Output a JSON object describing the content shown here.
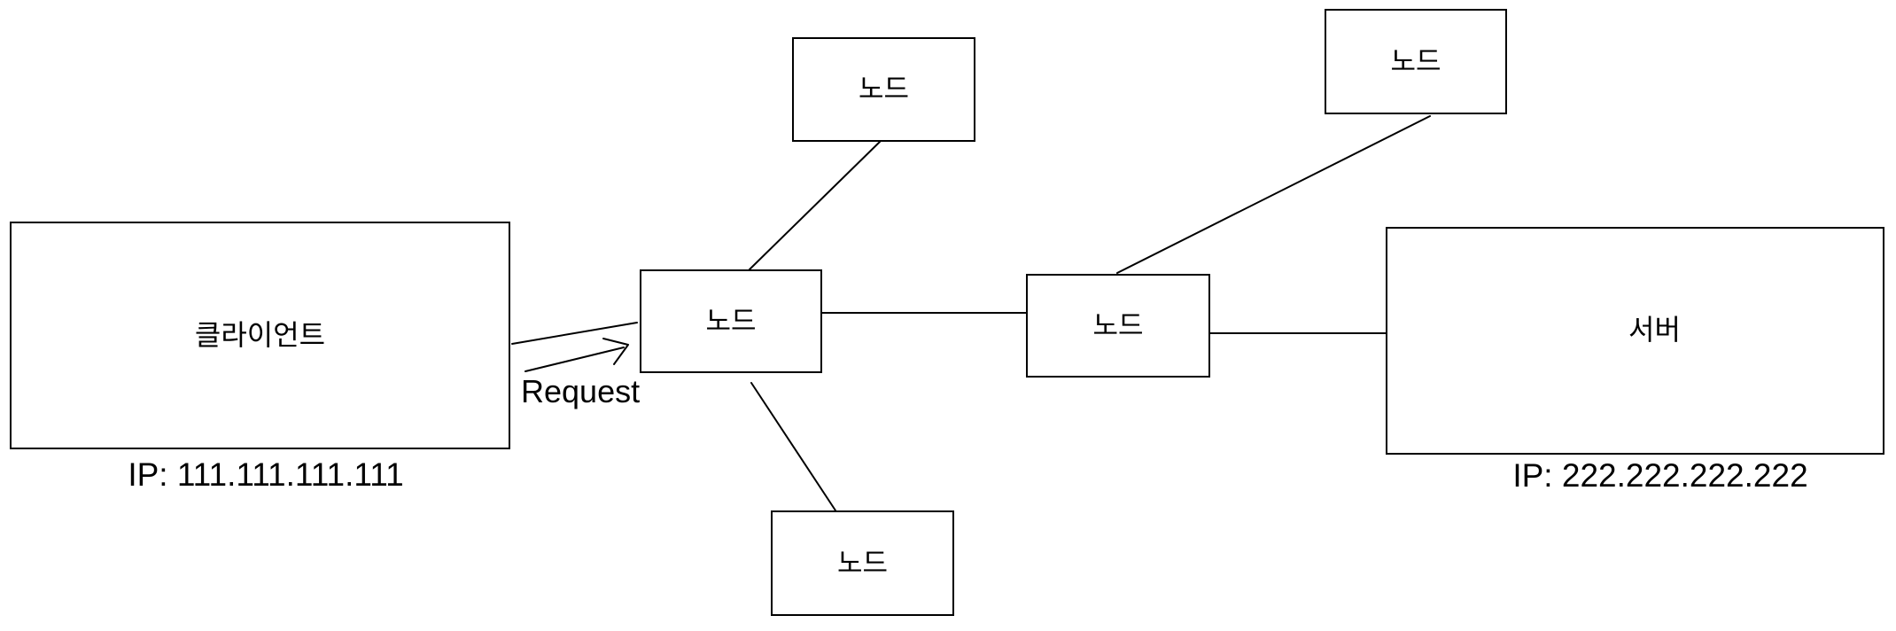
{
  "diagram": {
    "client": {
      "label": "클라이언트",
      "ip_label": "IP: 111.111.111.111"
    },
    "server": {
      "label": "서버",
      "ip_label": "IP: 222.222.222.222"
    },
    "nodes": [
      {
        "id": "node-center-left",
        "label": "노드"
      },
      {
        "id": "node-top-middle",
        "label": "노드"
      },
      {
        "id": "node-top-right",
        "label": "노드"
      },
      {
        "id": "node-center-right",
        "label": "노드"
      },
      {
        "id": "node-bottom",
        "label": "노드"
      }
    ],
    "request_label": "Request",
    "edges": [
      {
        "from": "client",
        "to": "node-center-left",
        "label": "Request",
        "arrow": true
      },
      {
        "from": "node-top-middle",
        "to": "node-center-left"
      },
      {
        "from": "node-center-left",
        "to": "node-center-right"
      },
      {
        "from": "node-center-left",
        "to": "node-bottom"
      },
      {
        "from": "node-top-right",
        "to": "node-center-right"
      },
      {
        "from": "node-center-right",
        "to": "server"
      }
    ],
    "colors": {
      "stroke": "#000000",
      "background": "#ffffff",
      "text": "#000000"
    }
  }
}
